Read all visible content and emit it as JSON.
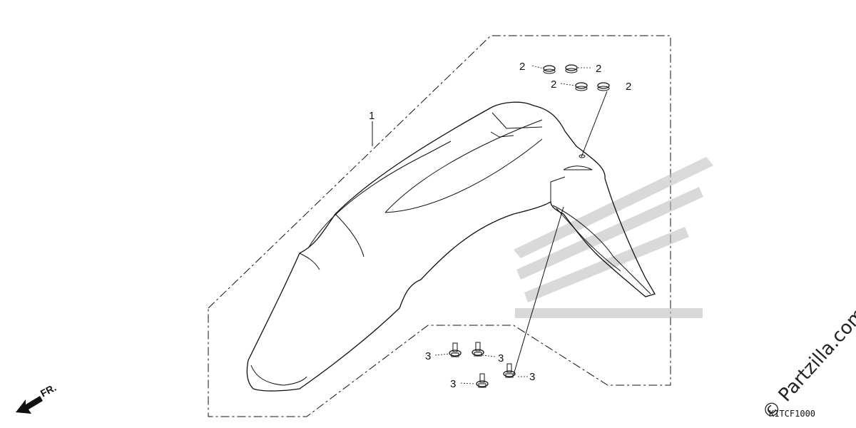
{
  "callouts": {
    "fender": "1",
    "clip_1": "2",
    "clip_2": "2",
    "clip_3": "2",
    "clip_4": "2",
    "bolt_1": "3",
    "bolt_2": "3",
    "bolt_3": "3",
    "bolt_4": "3"
  },
  "direction_label": "FR.",
  "diagram_code": "K1TCF1000",
  "watermark": "© Partzilla.com"
}
